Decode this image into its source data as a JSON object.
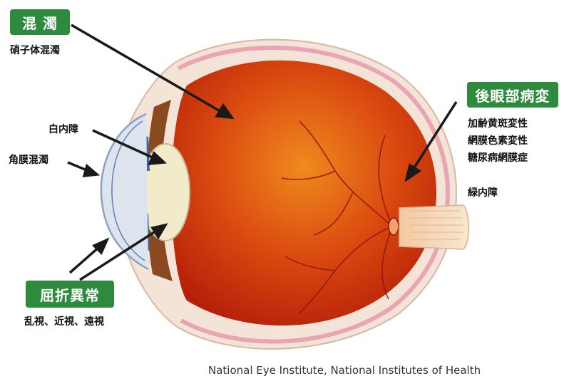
{
  "sections": {
    "turbidity": {
      "heading": "混 濁",
      "items": [
        "硝子体混濁"
      ]
    },
    "posterior": {
      "heading": "後眼部病変",
      "items": [
        "加齢黄斑変性",
        "網膜色素変性",
        "糖尿病網膜症",
        "緑内障"
      ]
    },
    "refraction": {
      "heading": "屈折異常",
      "items": [
        "乱視、近視、遠視"
      ]
    }
  },
  "labels": {
    "cataract": "白内障",
    "corneal_opacity": "角膜混濁"
  },
  "credit": "National Eye Institute, National Institutes of Health",
  "colors": {
    "label_green": "#2e8b3e",
    "arrow": "#1a1a1a",
    "eye_fundus": "#c9370f"
  }
}
